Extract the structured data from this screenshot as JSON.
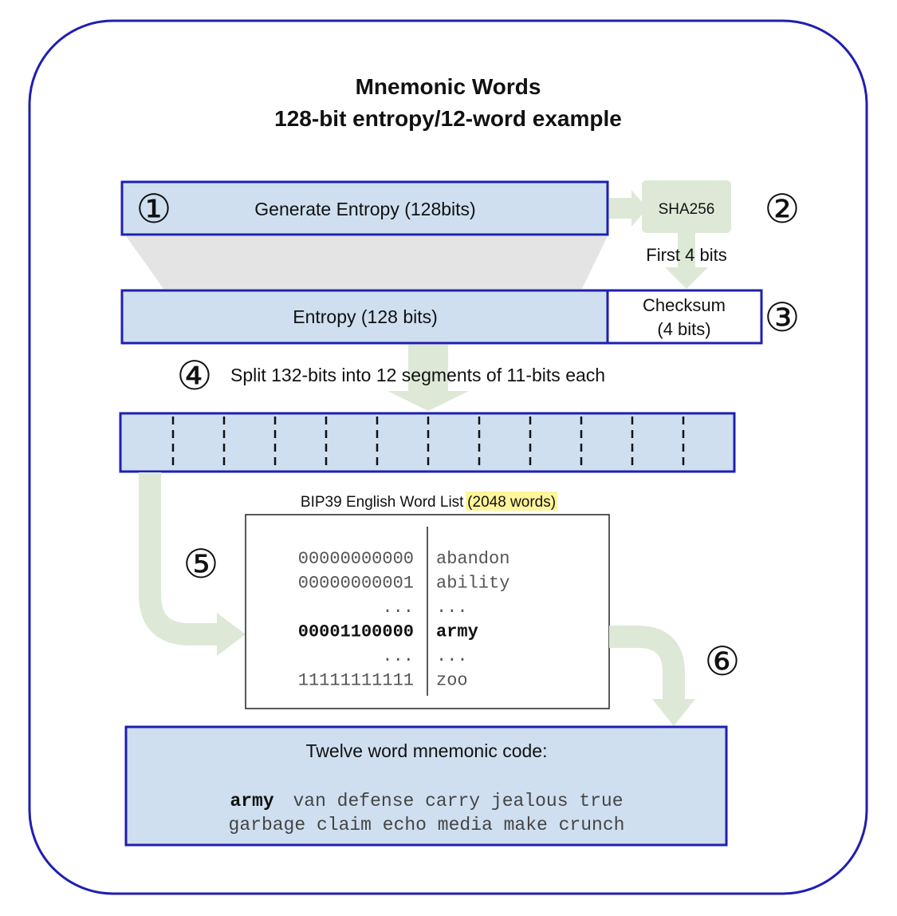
{
  "title": {
    "line1": "Mnemonic Words",
    "line2": "128-bit entropy/12-word example"
  },
  "steps": {
    "s1": "①",
    "s2": "②",
    "s3": "③",
    "s4": "④",
    "s5": "⑤",
    "s6": "⑥"
  },
  "generate_entropy": "Generate Entropy (128bits)",
  "sha256": "SHA256",
  "first_bits": "First 4 bits",
  "entropy": "Entropy (128 bits)",
  "checksum": {
    "line1": "Checksum",
    "line2": "(4 bits)"
  },
  "split_text": "Split 132-bits into 12 segments of 11-bits each",
  "segments": {
    "count": 12
  },
  "wordlist": {
    "title": "BIP39 English Word List",
    "count_label": "(2048 words)",
    "rows": [
      {
        "bits": "00000000000",
        "word": "abandon",
        "bold": false
      },
      {
        "bits": "00000000001",
        "word": "ability",
        "bold": false
      },
      {
        "bits": "...",
        "word": "...",
        "bold": false
      },
      {
        "bits": "00001100000",
        "word": "army",
        "bold": true
      },
      {
        "bits": "...",
        "word": "...",
        "bold": false
      },
      {
        "bits": "11111111111",
        "word": "zoo",
        "bold": false
      }
    ]
  },
  "mnemonic": {
    "label": "Twelve word mnemonic code:",
    "first_word": "army",
    "line1_rest": "van defense carry jealous true",
    "line2": "garbage claim echo media make crunch"
  },
  "colors": {
    "frame": "#1f1fb0",
    "box_fill": "#cfdff0",
    "arrow": "#dde9d6",
    "funnel": "#e4e4e4",
    "highlight": "#fff59a"
  }
}
